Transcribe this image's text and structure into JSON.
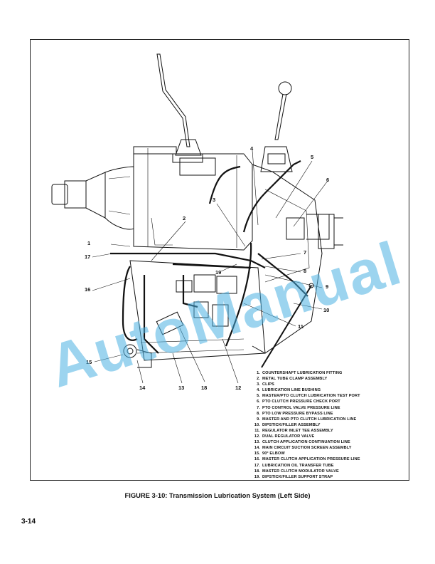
{
  "figure": {
    "callouts": [
      "1",
      "2",
      "3",
      "4",
      "5",
      "6",
      "7",
      "8",
      "9",
      "10",
      "11",
      "12",
      "13",
      "14",
      "15",
      "16",
      "17",
      "18",
      "19"
    ],
    "legend": [
      {
        "num": "1.",
        "text": "COUNTERSHAFT LUBRICATION FITTING"
      },
      {
        "num": "2.",
        "text": "METAL TUBE CLAMP ASSEMBLY"
      },
      {
        "num": "3.",
        "text": "CLIPS"
      },
      {
        "num": "4.",
        "text": "LUBRICATION LINE BUSHING"
      },
      {
        "num": "5.",
        "text": "MASTER/PTO CLUTCH LUBRICATION TEST PORT"
      },
      {
        "num": "6.",
        "text": "PTO CLUTCH PRESSURE CHECK PORT"
      },
      {
        "num": "7.",
        "text": "PTO CONTROL VALVE PRESSURE LINE"
      },
      {
        "num": "8.",
        "text": "PTO LOW PRESSURE BYPASS LINE"
      },
      {
        "num": "9.",
        "text": "MASTER AND PTO CLUTCH LUBRICATION LINE"
      },
      {
        "num": "10.",
        "text": "DIPSTICK/FILLER ASSEMBLY"
      },
      {
        "num": "11.",
        "text": "REGULATOR INLET TEE ASSEMBLY"
      },
      {
        "num": "12.",
        "text": "DUAL REGULATOR VALVE"
      },
      {
        "num": "13.",
        "text": "CLUTCH APPLICATION CONTINUATION LINE"
      },
      {
        "num": "14.",
        "text": "MAIN CIRCUIT SUCTION SCREEN ASSEMBLY"
      },
      {
        "num": "15.",
        "text": "90° ELBOW"
      },
      {
        "num": "16.",
        "text": "MASTER CLUTCH APPLICATION PRESSURE LINE"
      },
      {
        "num": "17.",
        "text": "LUBRICATION OIL TRANSFER TUBE"
      },
      {
        "num": "18.",
        "text": "MASTER CLUTCH MODULATOR VALVE"
      },
      {
        "num": "19.",
        "text": "DIPSTICK/FILLER SUPPORT STRAP"
      }
    ],
    "caption": "FIGURE 3-10:  Transmission Lubrication System (Left Side)"
  },
  "page_number": "3-14",
  "watermark": "AutoManual"
}
